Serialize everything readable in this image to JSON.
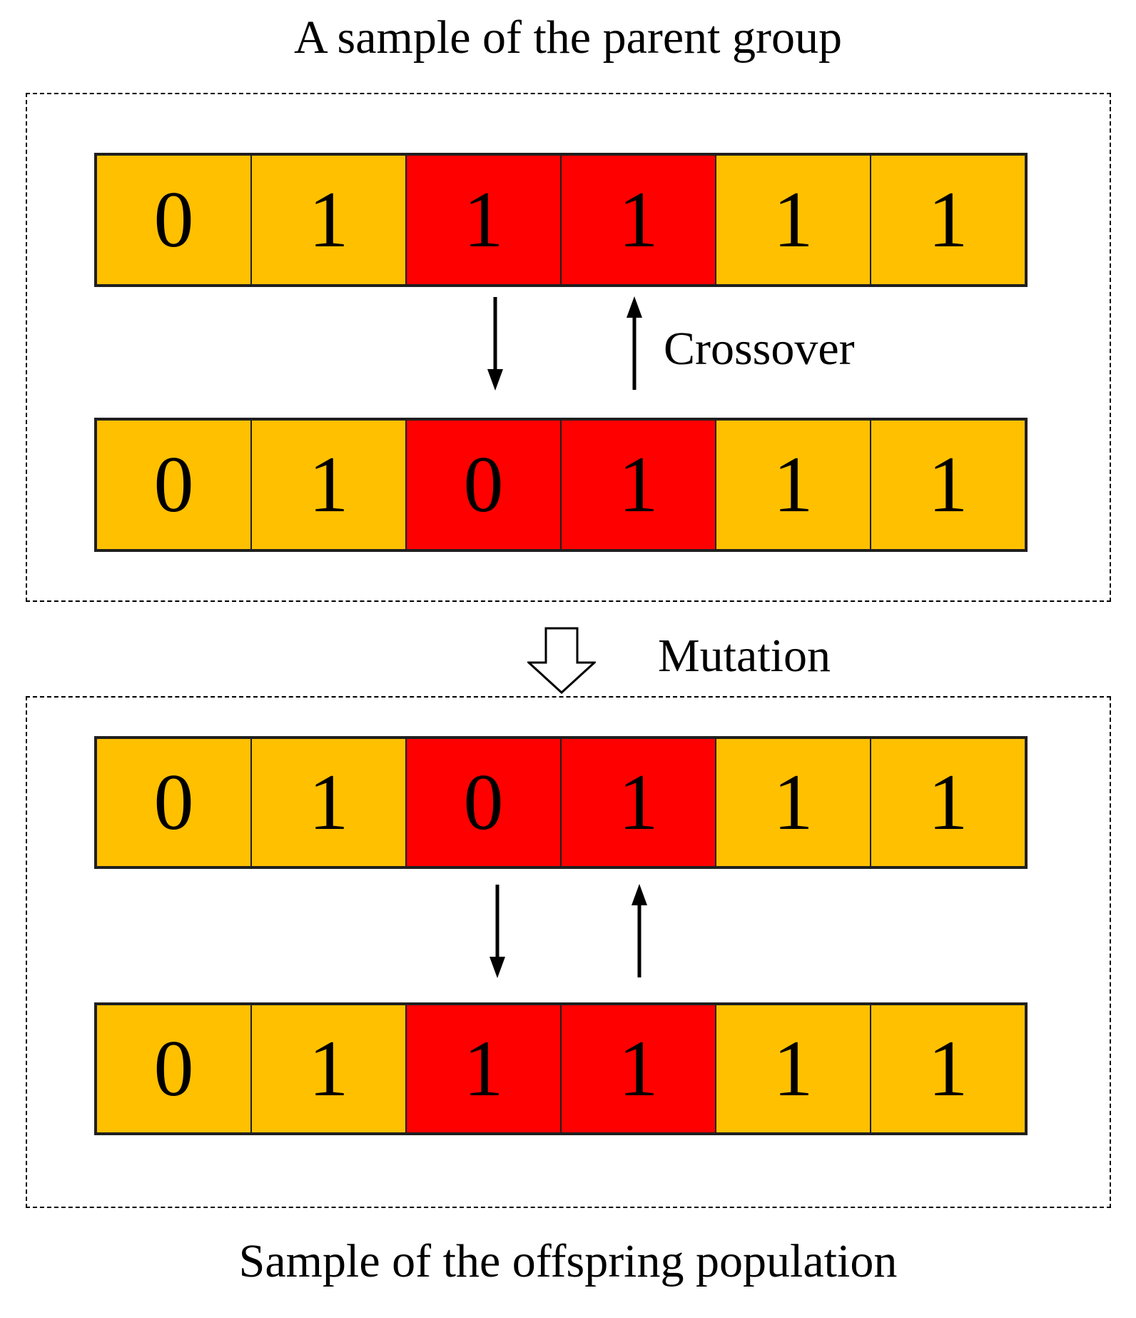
{
  "title": "A sample of the parent group",
  "caption": "Sample of the offspring population",
  "colors": {
    "gene": "#FFC000",
    "swap": "#FF0000",
    "row_border": "#1F1F1F",
    "arrow": "#000000",
    "background": "#FFFFFF"
  },
  "crossover": {
    "label": "Crossover",
    "arrows": [
      {
        "icon": "down-arrow"
      },
      {
        "icon": "up-arrow"
      }
    ]
  },
  "mutation": {
    "label": "Mutation",
    "icon": "hollow-down-arrow"
  },
  "offspring_transfer": {
    "arrows": [
      {
        "icon": "down-arrow"
      },
      {
        "icon": "up-arrow"
      }
    ]
  },
  "parent_group": {
    "rows": [
      {
        "name": "parent-1",
        "cells": [
          {
            "value": "0",
            "type": "gene"
          },
          {
            "value": "1",
            "type": "gene"
          },
          {
            "value": "1",
            "type": "swap"
          },
          {
            "value": "1",
            "type": "swap"
          },
          {
            "value": "1",
            "type": "gene"
          },
          {
            "value": "1",
            "type": "gene"
          }
        ]
      },
      {
        "name": "parent-2",
        "cells": [
          {
            "value": "0",
            "type": "gene"
          },
          {
            "value": "1",
            "type": "gene"
          },
          {
            "value": "0",
            "type": "swap"
          },
          {
            "value": "1",
            "type": "swap"
          },
          {
            "value": "1",
            "type": "gene"
          },
          {
            "value": "1",
            "type": "gene"
          }
        ]
      }
    ]
  },
  "offspring_population": {
    "rows": [
      {
        "name": "offspring-1",
        "cells": [
          {
            "value": "0",
            "type": "gene"
          },
          {
            "value": "1",
            "type": "gene"
          },
          {
            "value": "0",
            "type": "swap"
          },
          {
            "value": "1",
            "type": "swap"
          },
          {
            "value": "1",
            "type": "gene"
          },
          {
            "value": "1",
            "type": "gene"
          }
        ]
      },
      {
        "name": "offspring-2",
        "cells": [
          {
            "value": "0",
            "type": "gene"
          },
          {
            "value": "1",
            "type": "gene"
          },
          {
            "value": "1",
            "type": "swap"
          },
          {
            "value": "1",
            "type": "swap"
          },
          {
            "value": "1",
            "type": "gene"
          },
          {
            "value": "1",
            "type": "gene"
          }
        ]
      }
    ]
  }
}
